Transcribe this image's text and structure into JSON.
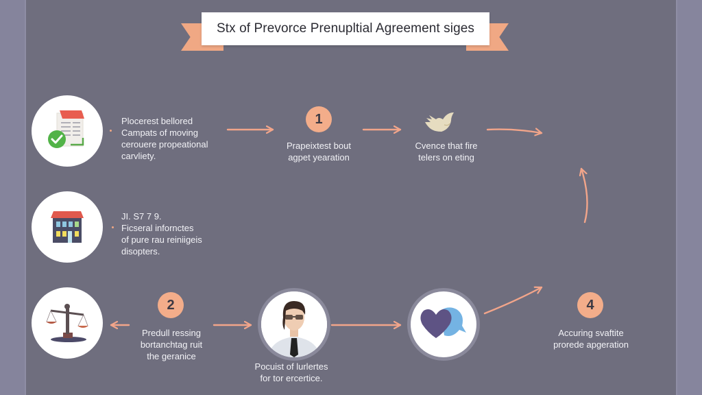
{
  "title": "Stx of Prevorce Prenupltial Agreement siges",
  "colors": {
    "background": "#6f6e7e",
    "side_strips": "#85849c",
    "accent": "#f3ad8a",
    "arrow": "#f2a58a",
    "text": "#f2f2f6",
    "title_box": "#ffffff"
  },
  "row1": {
    "icon": "document-check-icon",
    "text_lines": [
      "Plocerest bellored",
      "Campats of moving",
      "cerouere propeational",
      "carvliety."
    ],
    "step1": {
      "number": "1",
      "lines": [
        "Prapeixtest bout",
        "agpet yearation"
      ]
    },
    "dove": {
      "icon": "dove-icon",
      "lines": [
        "Cvence that fire",
        "telers on eting"
      ]
    }
  },
  "row2": {
    "icon": "house-icon",
    "text_lines": [
      "JI. S7 7 9.",
      "Ficseral infornctes",
      "of pure rau reiniigeis",
      "disopters."
    ]
  },
  "row3": {
    "icon": "scales-of-justice-icon",
    "step2": {
      "number": "2",
      "lines": [
        "Predull ressing",
        "bortanchtag ruit",
        "the geranice"
      ]
    },
    "person": {
      "icon": "person-portrait-icon",
      "lines": [
        "Pocuist of lurlertes",
        "for tor ercertice."
      ]
    },
    "heart_chat": {
      "icon": "heart-speech-bubble-icon"
    },
    "step4": {
      "number": "4",
      "lines": [
        "Accuring svaftite",
        "prorede apgeration"
      ]
    }
  }
}
